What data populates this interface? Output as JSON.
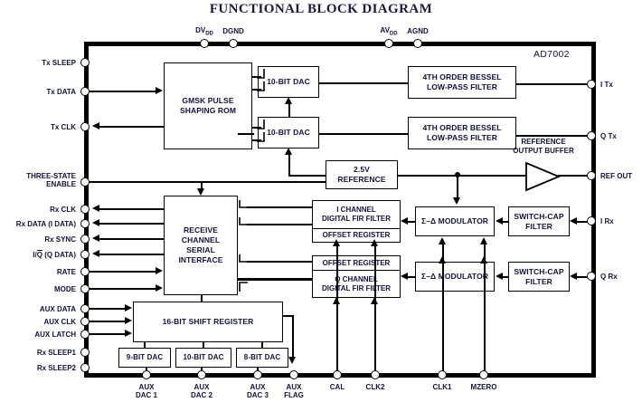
{
  "title": "FUNCTIONAL BLOCK DIAGRAM",
  "chip": {
    "part_number": "AD7002"
  },
  "pins": {
    "top": [
      {
        "name": "DVDD",
        "label": "DV",
        "sub": "DD"
      },
      {
        "name": "DGND",
        "label": "DGND",
        "sub": ""
      },
      {
        "name": "AVDD",
        "label": "AV",
        "sub": "DD"
      },
      {
        "name": "AGND",
        "label": "AGND",
        "sub": ""
      }
    ],
    "left": [
      {
        "name": "tx-sleep",
        "label": "Tx SLEEP"
      },
      {
        "name": "tx-data",
        "label": "Tx DATA"
      },
      {
        "name": "tx-clk",
        "label": "Tx CLK"
      },
      {
        "name": "three-state-enable",
        "label": "THREE-STATE",
        "label2": "ENABLE"
      },
      {
        "name": "rx-clk",
        "label": "Rx CLK"
      },
      {
        "name": "rx-data",
        "label": "Rx DATA (I DATA)"
      },
      {
        "name": "rx-sync",
        "label": "Rx SYNC"
      },
      {
        "name": "i-q-data",
        "label": "I/Q (Q DATA)"
      },
      {
        "name": "rate",
        "label": "RATE"
      },
      {
        "name": "mode",
        "label": "MODE"
      },
      {
        "name": "aux-data",
        "label": "AUX DATA"
      },
      {
        "name": "aux-clk",
        "label": "AUX CLK"
      },
      {
        "name": "aux-latch",
        "label": "AUX LATCH"
      },
      {
        "name": "rx-sleep1",
        "label": "Rx SLEEP1"
      },
      {
        "name": "rx-sleep2",
        "label": "Rx SLEEP2"
      }
    ],
    "right": [
      {
        "name": "i-tx",
        "label": "I Tx"
      },
      {
        "name": "q-tx",
        "label": "Q Tx"
      },
      {
        "name": "ref-out",
        "label": "REF OUT"
      },
      {
        "name": "i-rx",
        "label": "I Rx"
      },
      {
        "name": "q-rx",
        "label": "Q Rx"
      }
    ],
    "bottom": [
      {
        "name": "aux-dac-1",
        "label": "AUX",
        "label2": "DAC 1"
      },
      {
        "name": "aux-dac-2",
        "label": "AUX",
        "label2": "DAC 2"
      },
      {
        "name": "aux-dac-3",
        "label": "AUX",
        "label2": "DAC 3"
      },
      {
        "name": "aux-flag",
        "label": "AUX",
        "label2": "FLAG"
      },
      {
        "name": "cal",
        "label": "CAL",
        "label2": ""
      },
      {
        "name": "clk2",
        "label": "CLK2",
        "label2": ""
      },
      {
        "name": "clk1",
        "label": "CLK1",
        "label2": ""
      },
      {
        "name": "mzero",
        "label": "MZERO",
        "label2": ""
      }
    ]
  },
  "blocks": {
    "gmsk_rom": {
      "line1": "GMSK PULSE",
      "line2": "SHAPING ROM"
    },
    "dac_i": {
      "line1": "10-BIT DAC"
    },
    "dac_q": {
      "line1": "10-BIT DAC"
    },
    "bessel_i": {
      "line1": "4TH ORDER BESSEL",
      "line2": "LOW-PASS FILTER"
    },
    "bessel_q": {
      "line1": "4TH ORDER BESSEL",
      "line2": "LOW-PASS FILTER"
    },
    "reference": {
      "line1": "2.5V",
      "line2": "REFERENCE"
    },
    "ref_buffer": {
      "line1": "REFERENCE",
      "line2": "OUTPUT BUFFER"
    },
    "receive_if": {
      "line1": "RECEIVE",
      "line2": "CHANNEL",
      "line3": "SERIAL",
      "line4": "INTERFACE"
    },
    "fir_i": {
      "line1": "I CHANNEL",
      "line2": "DIGITAL FIR FILTER"
    },
    "offset_i": {
      "line1": "OFFSET REGISTER"
    },
    "offset_q": {
      "line1": "OFFSET REGISTER"
    },
    "fir_q": {
      "line1": "Q CHANNEL",
      "line2": "DIGITAL FIR FILTER"
    },
    "sd_mod_i": {
      "line1": "Σ–Δ MODULATOR"
    },
    "sd_mod_q": {
      "line1": "Σ–Δ MODULATOR"
    },
    "swcap_i": {
      "line1": "SWITCH-CAP",
      "line2": "FILTER"
    },
    "swcap_q": {
      "line1": "SWITCH-CAP",
      "line2": "FILTER"
    },
    "shift_register": {
      "line1": "16-BIT SHIFT REGISTER"
    },
    "dac_9bit": {
      "line1": "9-BIT DAC"
    },
    "dac_10bit": {
      "line1": "10-BIT DAC"
    },
    "dac_8bit": {
      "line1": "8-BIT DAC"
    }
  },
  "colors": {
    "ink": "#12123a",
    "line": "#000000",
    "background": "#ffffff"
  }
}
